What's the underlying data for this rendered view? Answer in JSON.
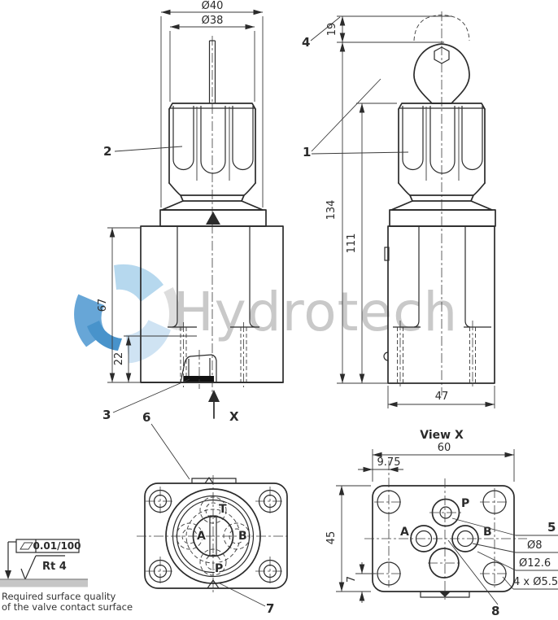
{
  "watermark": {
    "text": "Hydrotech"
  },
  "callouts": {
    "n1": "1",
    "n2": "2",
    "n3": "3",
    "n4": "4",
    "n5": "5",
    "n6": "6",
    "n7": "7",
    "n8": "8"
  },
  "front": {
    "dia40": "Ø40",
    "dia38": "Ø38",
    "h67": "67",
    "h22": "22",
    "section_label": "X"
  },
  "side": {
    "d19": "19",
    "d134": "134",
    "d111": "111",
    "w47": "47"
  },
  "view_x": {
    "title": "View X",
    "w60": "60",
    "w975": "9.75",
    "h45": "45",
    "h7": "7",
    "port_p": "P",
    "port_a": "A",
    "port_b": "B",
    "note_d8": "Ø8",
    "note_d126": "Ø12.6",
    "note_holes": "4 x Ø5.5"
  },
  "bottom": {
    "port_t": "T",
    "port_a": "A",
    "port_b": "B",
    "port_p": "P"
  },
  "surface_note": {
    "flatness": "0.01/100",
    "roughness": "Rt 4",
    "line1": "Required surface quality",
    "line2": "of the valve contact surface"
  },
  "colors": {
    "line": "#2b2b2b",
    "watermark_text": "#c9c9c9",
    "logo_light": "#b3d6ee",
    "logo_lighter": "#cde2f3",
    "logo_dark": "#5fa2d5",
    "logo_darker": "#3f8ec9",
    "surface_band": "#c6c6c6",
    "seal": "#111111",
    "plug_fill": "#d9d9d9"
  }
}
